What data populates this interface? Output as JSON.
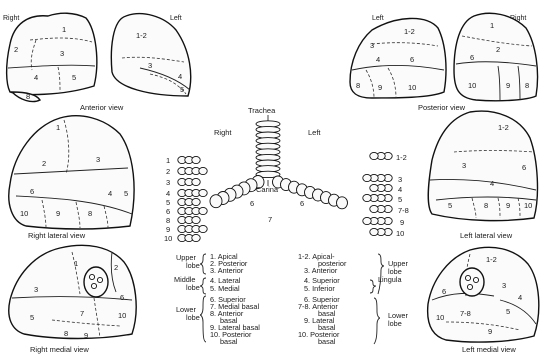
{
  "anterior": {
    "left_side": "Right",
    "right_side": "Left",
    "caption": "Anterior view",
    "right_lung": [
      "1",
      "2",
      "3",
      "4",
      "5",
      "8"
    ],
    "left_lung": [
      "1-2",
      "3",
      "4",
      "5"
    ]
  },
  "posterior": {
    "left_side": "Left",
    "right_side": "Right",
    "caption": "Posterior view",
    "left_lung": [
      "1-2",
      "3",
      "4",
      "6",
      "8",
      "9",
      "10"
    ],
    "right_lung": [
      "1",
      "2",
      "6",
      "10",
      "9",
      "8"
    ]
  },
  "right_lateral": {
    "caption": "Right lateral view",
    "segments": [
      "1",
      "2",
      "3",
      "6",
      "4",
      "5",
      "10",
      "9",
      "8"
    ]
  },
  "left_lateral": {
    "caption": "Left lateral view",
    "segments": [
      "1-2",
      "3",
      "4",
      "6",
      "5",
      "8",
      "9",
      "10"
    ]
  },
  "right_medial": {
    "caption": "Right medial view",
    "segments": [
      "1",
      "2",
      "3",
      "6",
      "5",
      "7",
      "10",
      "8",
      "9"
    ]
  },
  "left_medial": {
    "caption": "Left medial view",
    "segments": [
      "1-2",
      "6",
      "3",
      "4",
      "7-8",
      "5",
      "10",
      "9"
    ]
  },
  "tree": {
    "trachea": "Trachea",
    "right": "Right",
    "left": "Left",
    "carina": "Carina",
    "right_numbers": [
      "1",
      "2",
      "3",
      "4",
      "5",
      "6",
      "8",
      "9",
      "10"
    ],
    "inner_right": [
      "6",
      "7"
    ],
    "inner_left": [
      "6"
    ],
    "left_numbers": [
      "1-2",
      "3",
      "4",
      "5",
      "7-8",
      "9",
      "10"
    ]
  },
  "legend_right": {
    "groups": [
      {
        "lobe": [
          "Upper",
          "lobe"
        ],
        "items": [
          "1. Apical",
          "2. Posterior",
          "3. Anterior"
        ]
      },
      {
        "lobe": [
          "Middle",
          "lobe"
        ],
        "items": [
          "4. Lateral",
          "5. Medial"
        ]
      },
      {
        "lobe": [
          "Lower",
          "lobe"
        ],
        "items": [
          "6. Superior",
          "7. Medial basal",
          "8. Anterior",
          "basal",
          "9. Lateral basal",
          "10. Posterior",
          "basal"
        ]
      }
    ]
  },
  "legend_left": {
    "items": [
      "1-2. Apical-",
      "posterior",
      "3. Anterior",
      "4. Superior",
      "5. Inferior",
      "6. Superior",
      "7-8. Anterior",
      "basal",
      "9. Lateral",
      "basal",
      "10. Posterior",
      "basal"
    ],
    "upper_lobe": [
      "Upper",
      "lobe"
    ],
    "lingula": "Lingula",
    "lower_lobe": [
      "Lower",
      "lobe"
    ]
  }
}
